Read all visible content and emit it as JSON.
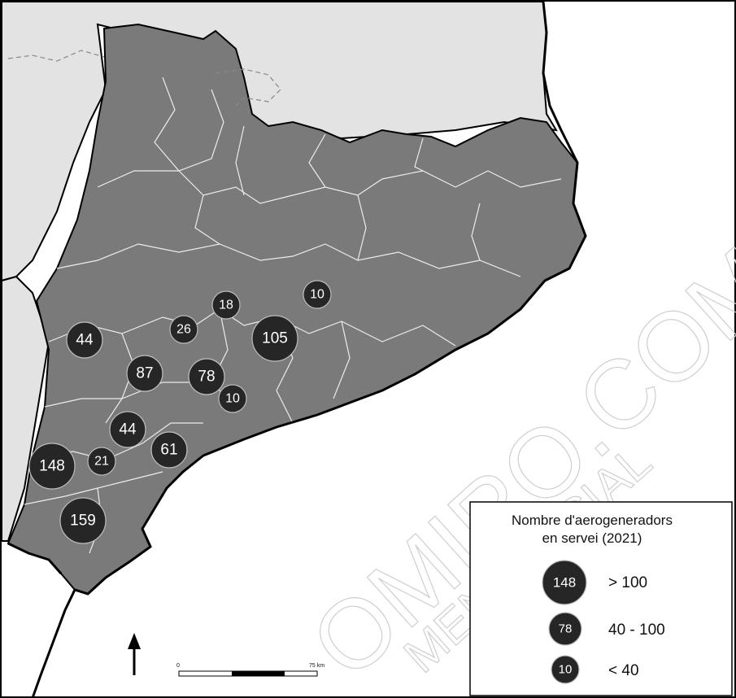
{
  "legend": {
    "title_line1": "Nombre d'aerogeneradors",
    "title_line2": "en servei (2021)",
    "items": [
      {
        "sample": "148",
        "label": "> 100"
      },
      {
        "sample": "78",
        "label": "40 - 100"
      },
      {
        "sample": "10",
        "label": "< 40"
      }
    ]
  },
  "map_markers": [
    {
      "value": "10",
      "class": "small"
    },
    {
      "value": "18",
      "class": "small"
    },
    {
      "value": "26",
      "class": "small"
    },
    {
      "value": "105",
      "class": "large"
    },
    {
      "value": "44",
      "class": "medium"
    },
    {
      "value": "87",
      "class": "medium"
    },
    {
      "value": "78",
      "class": "medium"
    },
    {
      "value": "10",
      "class": "small"
    },
    {
      "value": "44",
      "class": "medium"
    },
    {
      "value": "61",
      "class": "medium"
    },
    {
      "value": "148",
      "class": "large"
    },
    {
      "value": "21",
      "class": "small"
    },
    {
      "value": "159",
      "class": "large"
    }
  ],
  "scale_bar": {
    "start_label": "0",
    "end_label": "75 km"
  },
  "north_arrow": "north-arrow-icon",
  "watermark": {
    "line1": "OMIRO.COM",
    "line2": "MEN OFICIAL"
  },
  "colors": {
    "land": "#7a7a7a",
    "neighbour": "#e3e3e3",
    "bubble": "#262626",
    "sea": "#ffffff"
  }
}
